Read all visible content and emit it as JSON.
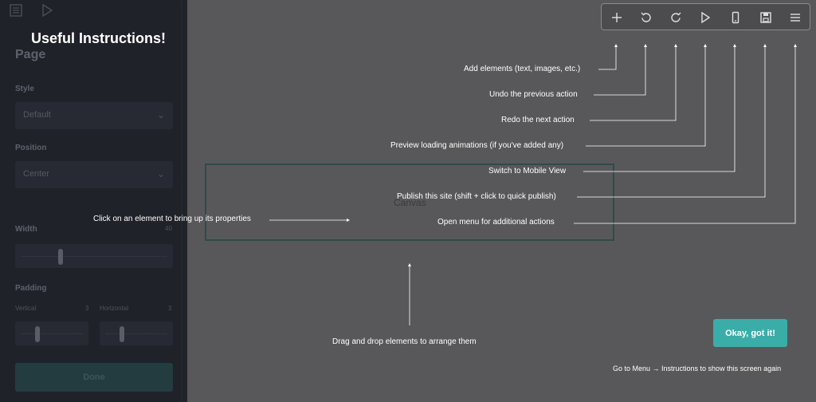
{
  "overlay": {
    "heading": "Useful Instructions!",
    "instructions": {
      "add": "Add elements (text, images, etc.)",
      "undo": "Undo the previous action",
      "redo": "Redo the next action",
      "preview": "Preview loading animations (if you've added any)",
      "mobile": "Switch to Mobile View",
      "publish": "Publish this site (shift + click to quick publish)",
      "menu": "Open menu for additional actions",
      "properties": "Click on an element to bring up its properties",
      "drag": "Drag and drop elements to arrange them"
    },
    "ok_label": "Okay, got it!",
    "footer": "Go to Menu → Instructions to show this screen again"
  },
  "canvas": {
    "label": "Canvas"
  },
  "toolbar": {
    "icons": [
      "plus-icon",
      "undo-icon",
      "redo-icon",
      "play-icon",
      "mobile-icon",
      "save-icon",
      "menu-icon"
    ]
  },
  "sidebar": {
    "title": "Page",
    "style_label": "Style",
    "style_value": "Default",
    "position_label": "Position",
    "position_value": "Center",
    "width_label": "Width",
    "width_value": "40",
    "width_fraction": 0.27,
    "padding_label": "Padding",
    "vertical_label": "Vertical",
    "vertical_value": "3",
    "horizontal_label": "Horizontal",
    "horizontal_value": "3",
    "done_label": "Done"
  },
  "colors": {
    "accent": "#3aada8",
    "background": "#58585a",
    "sidebar": "#20222a"
  }
}
